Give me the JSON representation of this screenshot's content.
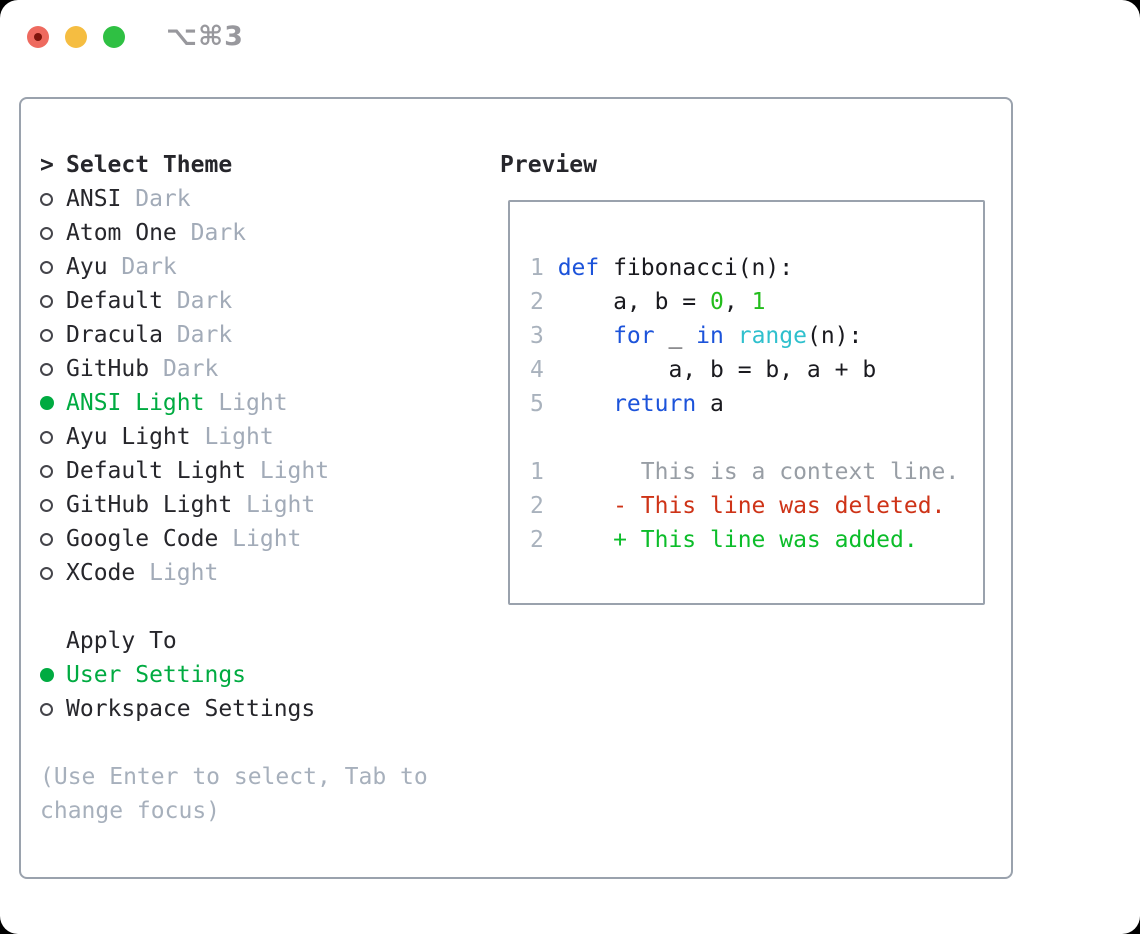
{
  "titlebar": {
    "shortcut": "⌥⌘3"
  },
  "theme_panel": {
    "header_prefix": ">",
    "header": "Select Theme",
    "items": [
      {
        "name": "ANSI",
        "variant": "Dark",
        "selected": false
      },
      {
        "name": "Atom One",
        "variant": "Dark",
        "selected": false
      },
      {
        "name": "Ayu",
        "variant": "Dark",
        "selected": false
      },
      {
        "name": "Default",
        "variant": "Dark",
        "selected": false
      },
      {
        "name": "Dracula",
        "variant": "Dark",
        "selected": false
      },
      {
        "name": "GitHub",
        "variant": "Dark",
        "selected": false
      },
      {
        "name": "ANSI Light",
        "variant": "Light",
        "selected": true
      },
      {
        "name": "Ayu Light",
        "variant": "Light",
        "selected": false
      },
      {
        "name": "Default Light",
        "variant": "Light",
        "selected": false
      },
      {
        "name": "GitHub Light",
        "variant": "Light",
        "selected": false
      },
      {
        "name": "Google Code",
        "variant": "Light",
        "selected": false
      },
      {
        "name": "XCode",
        "variant": "Light",
        "selected": false
      }
    ],
    "apply_to": {
      "header": "Apply To",
      "options": [
        {
          "label": "User Settings",
          "selected": true
        },
        {
          "label": "Workspace Settings",
          "selected": false
        }
      ]
    },
    "help_lines": {
      "0": "(Use Enter to select, Tab to",
      "1": "change focus)"
    }
  },
  "preview": {
    "title": "Preview",
    "code_lines": [
      {
        "num": "1",
        "spans": [
          {
            "t": "def",
            "c": "kw"
          },
          {
            "t": " fibonacci(n):",
            "c": "plain"
          }
        ]
      },
      {
        "num": "2",
        "spans": [
          {
            "t": "    a, b = ",
            "c": "plain"
          },
          {
            "t": "0",
            "c": "num"
          },
          {
            "t": ", ",
            "c": "plain"
          },
          {
            "t": "1",
            "c": "num"
          }
        ]
      },
      {
        "num": "3",
        "spans": [
          {
            "t": "    ",
            "c": "plain"
          },
          {
            "t": "for",
            "c": "kw"
          },
          {
            "t": " _ ",
            "c": "plain"
          },
          {
            "t": "in",
            "c": "kw"
          },
          {
            "t": " ",
            "c": "plain"
          },
          {
            "t": "range",
            "c": "fn"
          },
          {
            "t": "(n):",
            "c": "plain"
          }
        ]
      },
      {
        "num": "4",
        "spans": [
          {
            "t": "        a, b = b, a + b",
            "c": "plain"
          }
        ]
      },
      {
        "num": "5",
        "spans": [
          {
            "t": "    ",
            "c": "plain"
          },
          {
            "t": "return",
            "c": "kw"
          },
          {
            "t": " a",
            "c": "plain"
          }
        ]
      },
      {
        "num": "",
        "spans": []
      },
      {
        "num": "1",
        "spans": [
          {
            "t": "      This is a context line.",
            "c": "ctx"
          }
        ]
      },
      {
        "num": "2",
        "spans": [
          {
            "t": "    - This line was deleted.",
            "c": "del"
          }
        ]
      },
      {
        "num": "2",
        "spans": [
          {
            "t": "    + This line was added.",
            "c": "add"
          }
        ]
      }
    ]
  },
  "colors": {
    "traffic_red": "#ee6a5f",
    "traffic_red_dot": "#7e150c",
    "traffic_yellow": "#f5bd41",
    "traffic_green": "#2fc043",
    "shortcut_gray": "#98989d",
    "box_border": "#9aa2ad",
    "circle_outline": "#45454b",
    "text_dark": "#26262b",
    "text_muted": "#a2abb8",
    "accent_green": "#00ab41",
    "help_gray": "#a7b0bc",
    "line_number": "#a9b2bd",
    "code_plain": "#1a1a1f",
    "code_kw": "#1c53da",
    "code_fn": "#2fc0cd",
    "code_num": "#23bd1c",
    "diff_ctx": "#989ea5",
    "diff_del": "#ce3317",
    "diff_add": "#0cbd2a"
  }
}
